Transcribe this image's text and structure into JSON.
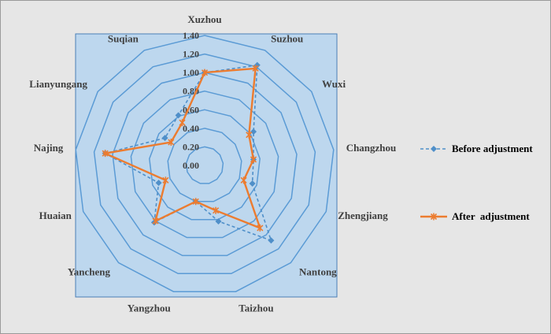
{
  "chart_data": {
    "type": "radar",
    "categories": [
      "Xuzhou",
      "Suzhou",
      "Wuxi",
      "Changzhou",
      "Zhengjiang",
      "Nantong",
      "Taizhou",
      "Yangzhou",
      "Yancheng",
      "Huaian",
      "Najing",
      "Lianyungang",
      "Suqian"
    ],
    "series": [
      {
        "name": "Before adjustment",
        "color": "#4f8fc9",
        "dash": true,
        "marker": "diamond",
        "values": [
          1.0,
          1.22,
          0.64,
          0.53,
          0.55,
          1.08,
          0.62,
          0.4,
          0.82,
          0.53,
          1.08,
          0.52,
          0.61
        ]
      },
      {
        "name": "After  adjustment",
        "color": "#ec7c30",
        "dash": false,
        "marker": "asterisk",
        "values": [
          1.0,
          1.18,
          0.58,
          0.53,
          0.45,
          0.9,
          0.5,
          0.4,
          0.8,
          0.45,
          1.08,
          0.44,
          0.52
        ]
      }
    ],
    "ticks": [
      "0.00",
      "0.20",
      "0.40",
      "0.60",
      "0.80",
      "1.00",
      "1.20",
      "1.40"
    ],
    "rmin": 0,
    "rmax": 1.4,
    "legend_position": "right",
    "gridlines": true
  },
  "colors": {
    "plot_area": "#bdd7ee",
    "grid": "#5b9bd5",
    "border": "#4a7fb5",
    "chart_bg": "#e6e6e6"
  }
}
